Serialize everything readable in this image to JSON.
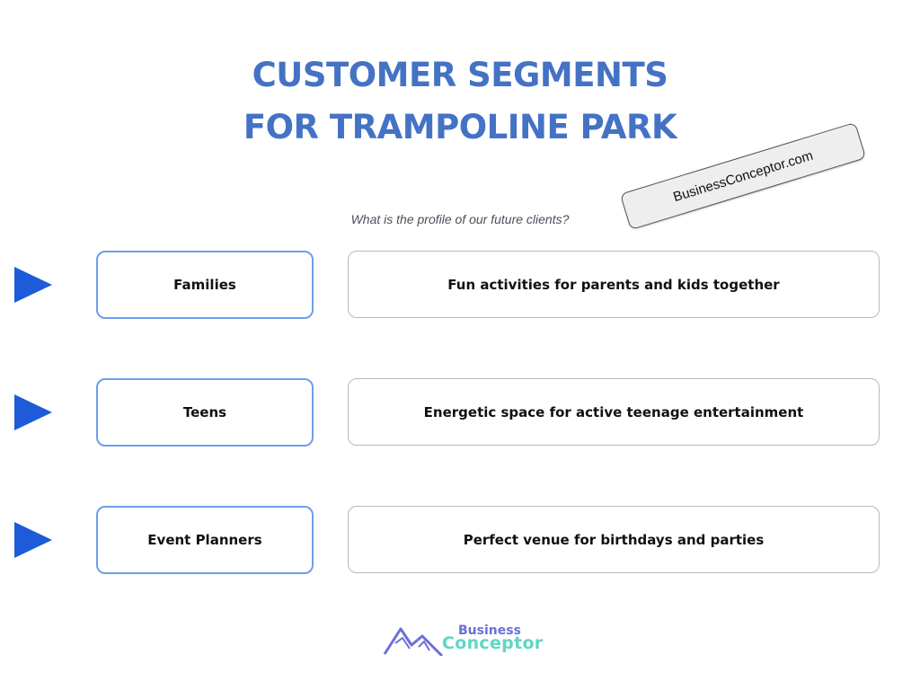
{
  "header": {
    "title_line1": "CUSTOMER SEGMENTS",
    "title_line2": "FOR TRAMPOLINE PARK",
    "stamp": "BusinessConceptor.com",
    "subtitle": "What is the profile of our future clients?"
  },
  "segments": [
    {
      "name": "Families",
      "description": "Fun activities for parents and kids together",
      "icon": "play-arrow-icon"
    },
    {
      "name": "Teens",
      "description": "Energetic space for active teenage entertainment",
      "icon": "play-arrow-icon"
    },
    {
      "name": "Event Planners",
      "description": "Perfect venue for birthdays and parties",
      "icon": "play-arrow-icon"
    }
  ],
  "footer": {
    "logo_line1": "Business",
    "logo_line2": "Conceptor",
    "logo_icon": "mountain-icon"
  },
  "colors": {
    "title": "#4472c4",
    "arrow": "#1e5bd8",
    "segment_border": "#6d9eeb",
    "logo_purple": "#6b6fd8",
    "logo_teal": "#5fd6c4"
  }
}
